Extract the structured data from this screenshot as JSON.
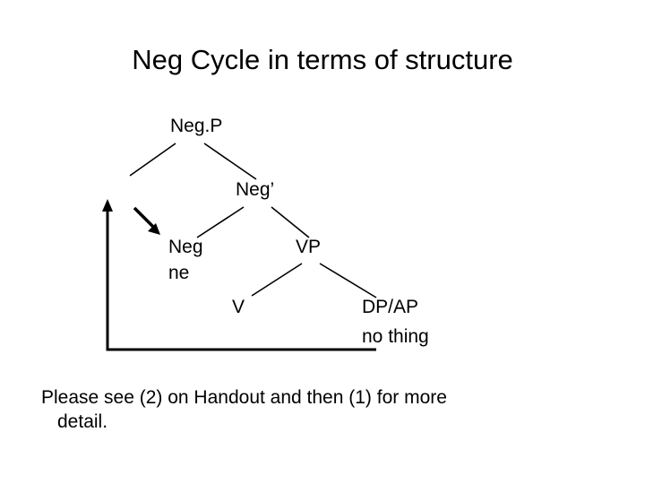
{
  "slide": {
    "title": "Neg Cycle in terms of structure",
    "background": "#ffffff",
    "text_color": "#000000"
  },
  "tree": {
    "nodes": {
      "negp": "Neg.P",
      "negbar": "Neg’",
      "neg": "Neg",
      "ne": "ne",
      "vp": "VP",
      "v": "V",
      "dpap": "DP/AP",
      "nothing": "no thing"
    }
  },
  "caption": {
    "line1": "Please see (2) on Handout and then (1) for more",
    "line2": "detail."
  }
}
